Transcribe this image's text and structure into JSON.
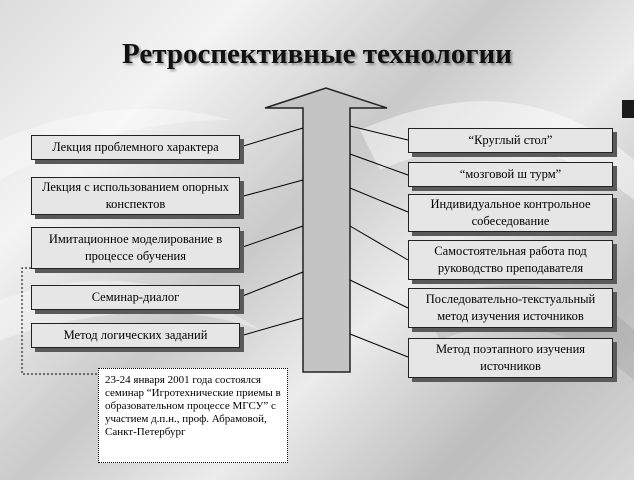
{
  "title": "Ретроспективные технологии",
  "left_methods": [
    "Лекция проблемного характера",
    "Лекция с использованием опорных конспектов",
    "Имитационное моделирование в процессе обучения",
    "Семинар-диалог",
    "Метод логических заданий"
  ],
  "right_methods": [
    "“Круглый стол”",
    "“мозговой ш турм”",
    "Индивидуальное контрольное собеседование",
    "Самостоятельная работа под руководство преподавателя",
    "Последовательно-текстуальный метод изучения источников",
    "Метод поэтапного изучения источников"
  ],
  "note": "23-24 января 2001 года состоялся семинар “Игротехнические приемы в образовательном процессе МГСУ” с участием д.п.н., проф. Абрамовой, Санкт-Петербург",
  "colors": {
    "box_fill": "#e6e6e6",
    "arrow_fill": "#c4c4c4",
    "shadow": "#5a5a5a",
    "text": "#000000"
  }
}
